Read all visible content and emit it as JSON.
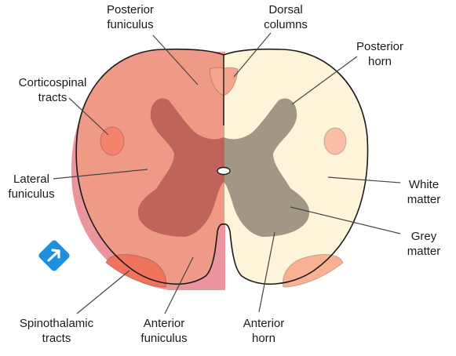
{
  "labels": {
    "posterior_funiculus": [
      "Posterior",
      "funiculus"
    ],
    "dorsal_columns": [
      "Dorsal",
      "columns"
    ],
    "posterior_horn": [
      "Posterior",
      "horn"
    ],
    "corticospinal_tracts": [
      "Corticospinal",
      "tracts"
    ],
    "lateral_funiculus": [
      "Lateral",
      "funiculus"
    ],
    "white_matter": [
      "White",
      "matter"
    ],
    "grey_matter": [
      "Grey",
      "matter"
    ],
    "spinothalamic_tracts": [
      "Spinothalamic",
      "tracts"
    ],
    "anterior_funiculus": [
      "Anterior",
      "funiculus"
    ],
    "anterior_horn": [
      "Anterior",
      "horn"
    ]
  },
  "colors": {
    "left_white_matter": "#ef9a86",
    "right_white_matter": "#fdf4d9",
    "left_grey_matter": "#c0635a",
    "right_grey_matter": "#a09884",
    "shadow_highlight": "#e88a94",
    "corticospinal_tract": "#f4826c",
    "corticospinal_tract_right": "#f9bea3",
    "spinothalamic_tract": "#f0735e",
    "spinothalamic_tract_right": "#f8b293",
    "dorsal_column_tract": "#f4a58d",
    "outline": "#1a1a1a",
    "leader_line": "#444444",
    "nav_button": "#1c8fe0"
  },
  "icons": {
    "nav_button": "arrow-up-right-icon"
  }
}
